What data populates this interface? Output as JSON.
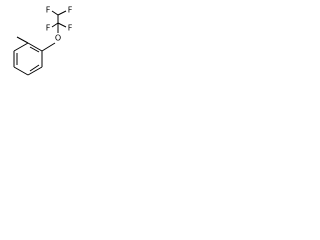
{
  "molecule": {
    "atoms": {
      "f_top_left": "F",
      "f_top_right": "F",
      "f_mid_left": "F",
      "f_mid_right": "F",
      "oxygen": "O"
    },
    "colors": {
      "bond": "#000000",
      "label": "#000000",
      "background": "#ffffff"
    }
  }
}
